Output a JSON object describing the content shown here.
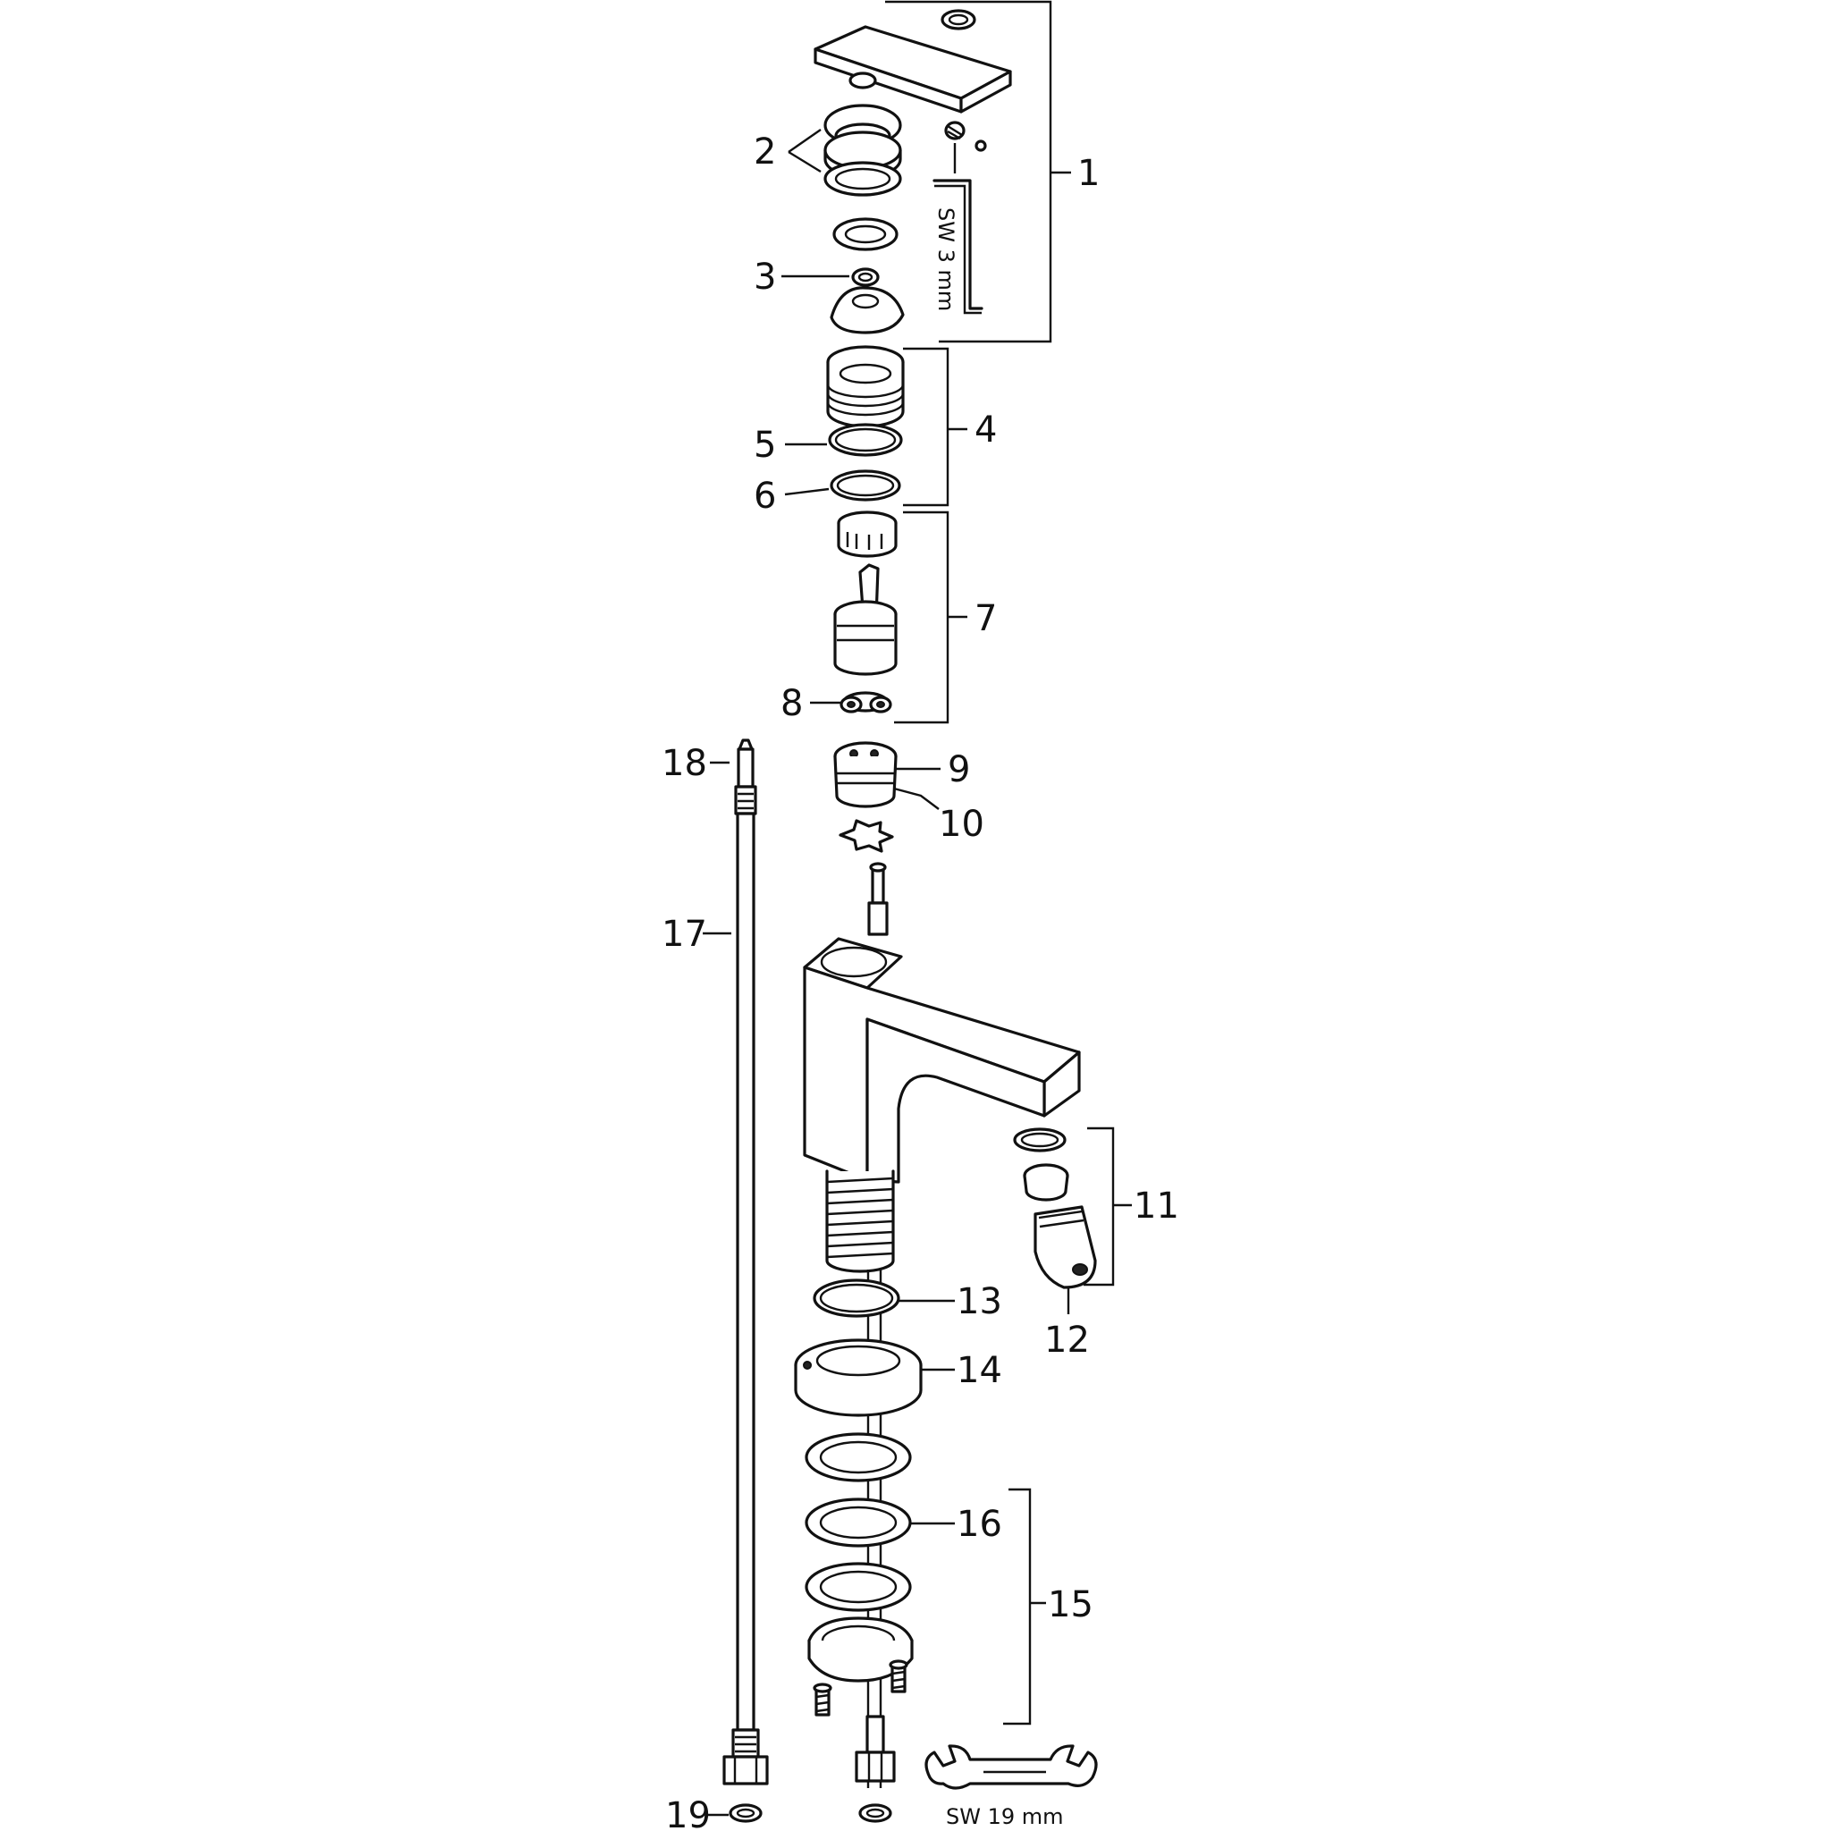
{
  "labels": {
    "l1": "1",
    "l2": "2",
    "l3": "3",
    "l4": "4",
    "l5": "5",
    "l6": "6",
    "l7": "7",
    "l8": "8",
    "l9": "9",
    "l10": "10",
    "l11": "11",
    "l12": "12",
    "l13": "13",
    "l14": "14",
    "l15": "15",
    "l16": "16",
    "l17": "17",
    "l18": "18",
    "l19": "19"
  },
  "notes": {
    "allen_key": "SW 3 mm",
    "wrench": "SW 19 mm"
  }
}
